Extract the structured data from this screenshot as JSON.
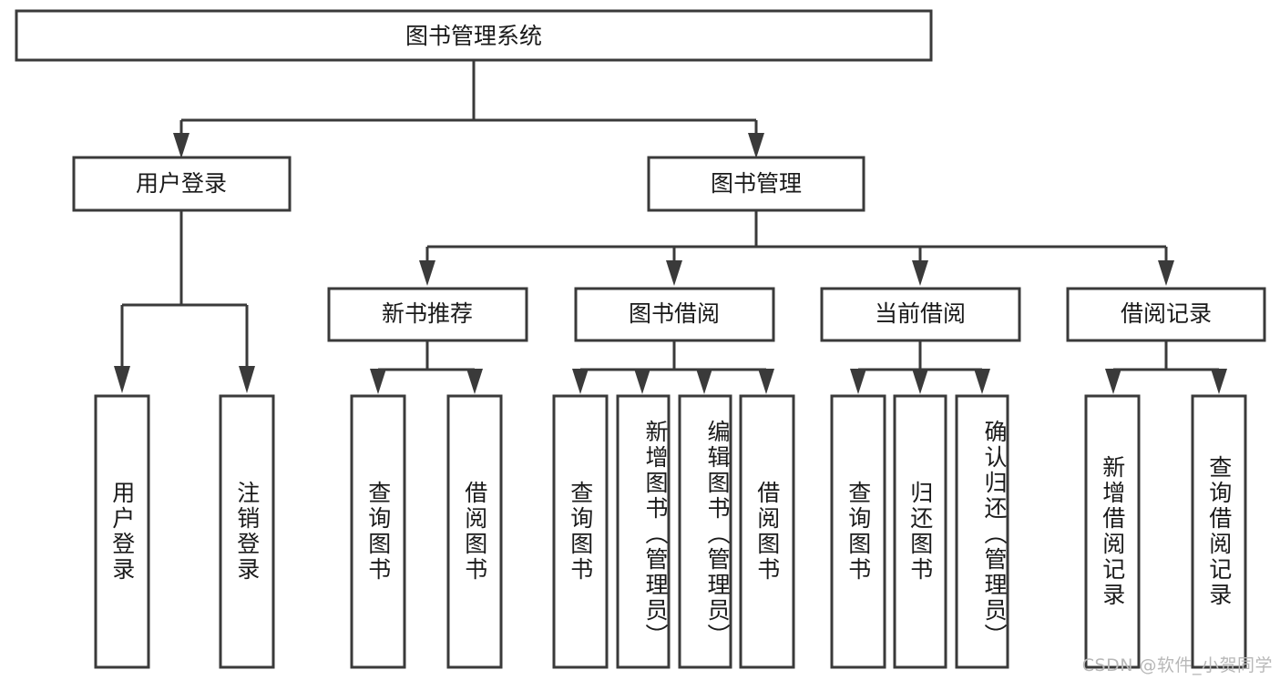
{
  "diagram": {
    "title": "图书管理系统",
    "watermark": "CSDN @软件_小贺同学",
    "root": {
      "label": "图书管理系统"
    },
    "level2": [
      {
        "label": "用户登录"
      },
      {
        "label": "图书管理"
      }
    ],
    "level3": [
      {
        "label": "新书推荐"
      },
      {
        "label": "图书借阅"
      },
      {
        "label": "当前借阅"
      },
      {
        "label": "借阅记录"
      }
    ],
    "leaves": {
      "user_login": [
        {
          "label": "用户登录"
        },
        {
          "label": "注销登录"
        }
      ],
      "new_book_recommend": [
        {
          "label": "查询图书"
        },
        {
          "label": "借阅图书"
        }
      ],
      "book_borrow": [
        {
          "label": "查询图书"
        },
        {
          "label": "新增图书（管理员）"
        },
        {
          "label": "编辑图书（管理员）"
        },
        {
          "label": "借阅图书"
        }
      ],
      "current_borrow": [
        {
          "label": "查询图书"
        },
        {
          "label": "归还图书"
        },
        {
          "label": "确认归还（管理员）"
        }
      ],
      "borrow_record": [
        {
          "label": "新增借阅记录"
        },
        {
          "label": "查询借阅记录"
        }
      ]
    },
    "colors": {
      "stroke": "#3a3a3a",
      "fill": "#ffffff",
      "text": "#1a1a1a",
      "watermark": "#b8b8b8"
    }
  }
}
